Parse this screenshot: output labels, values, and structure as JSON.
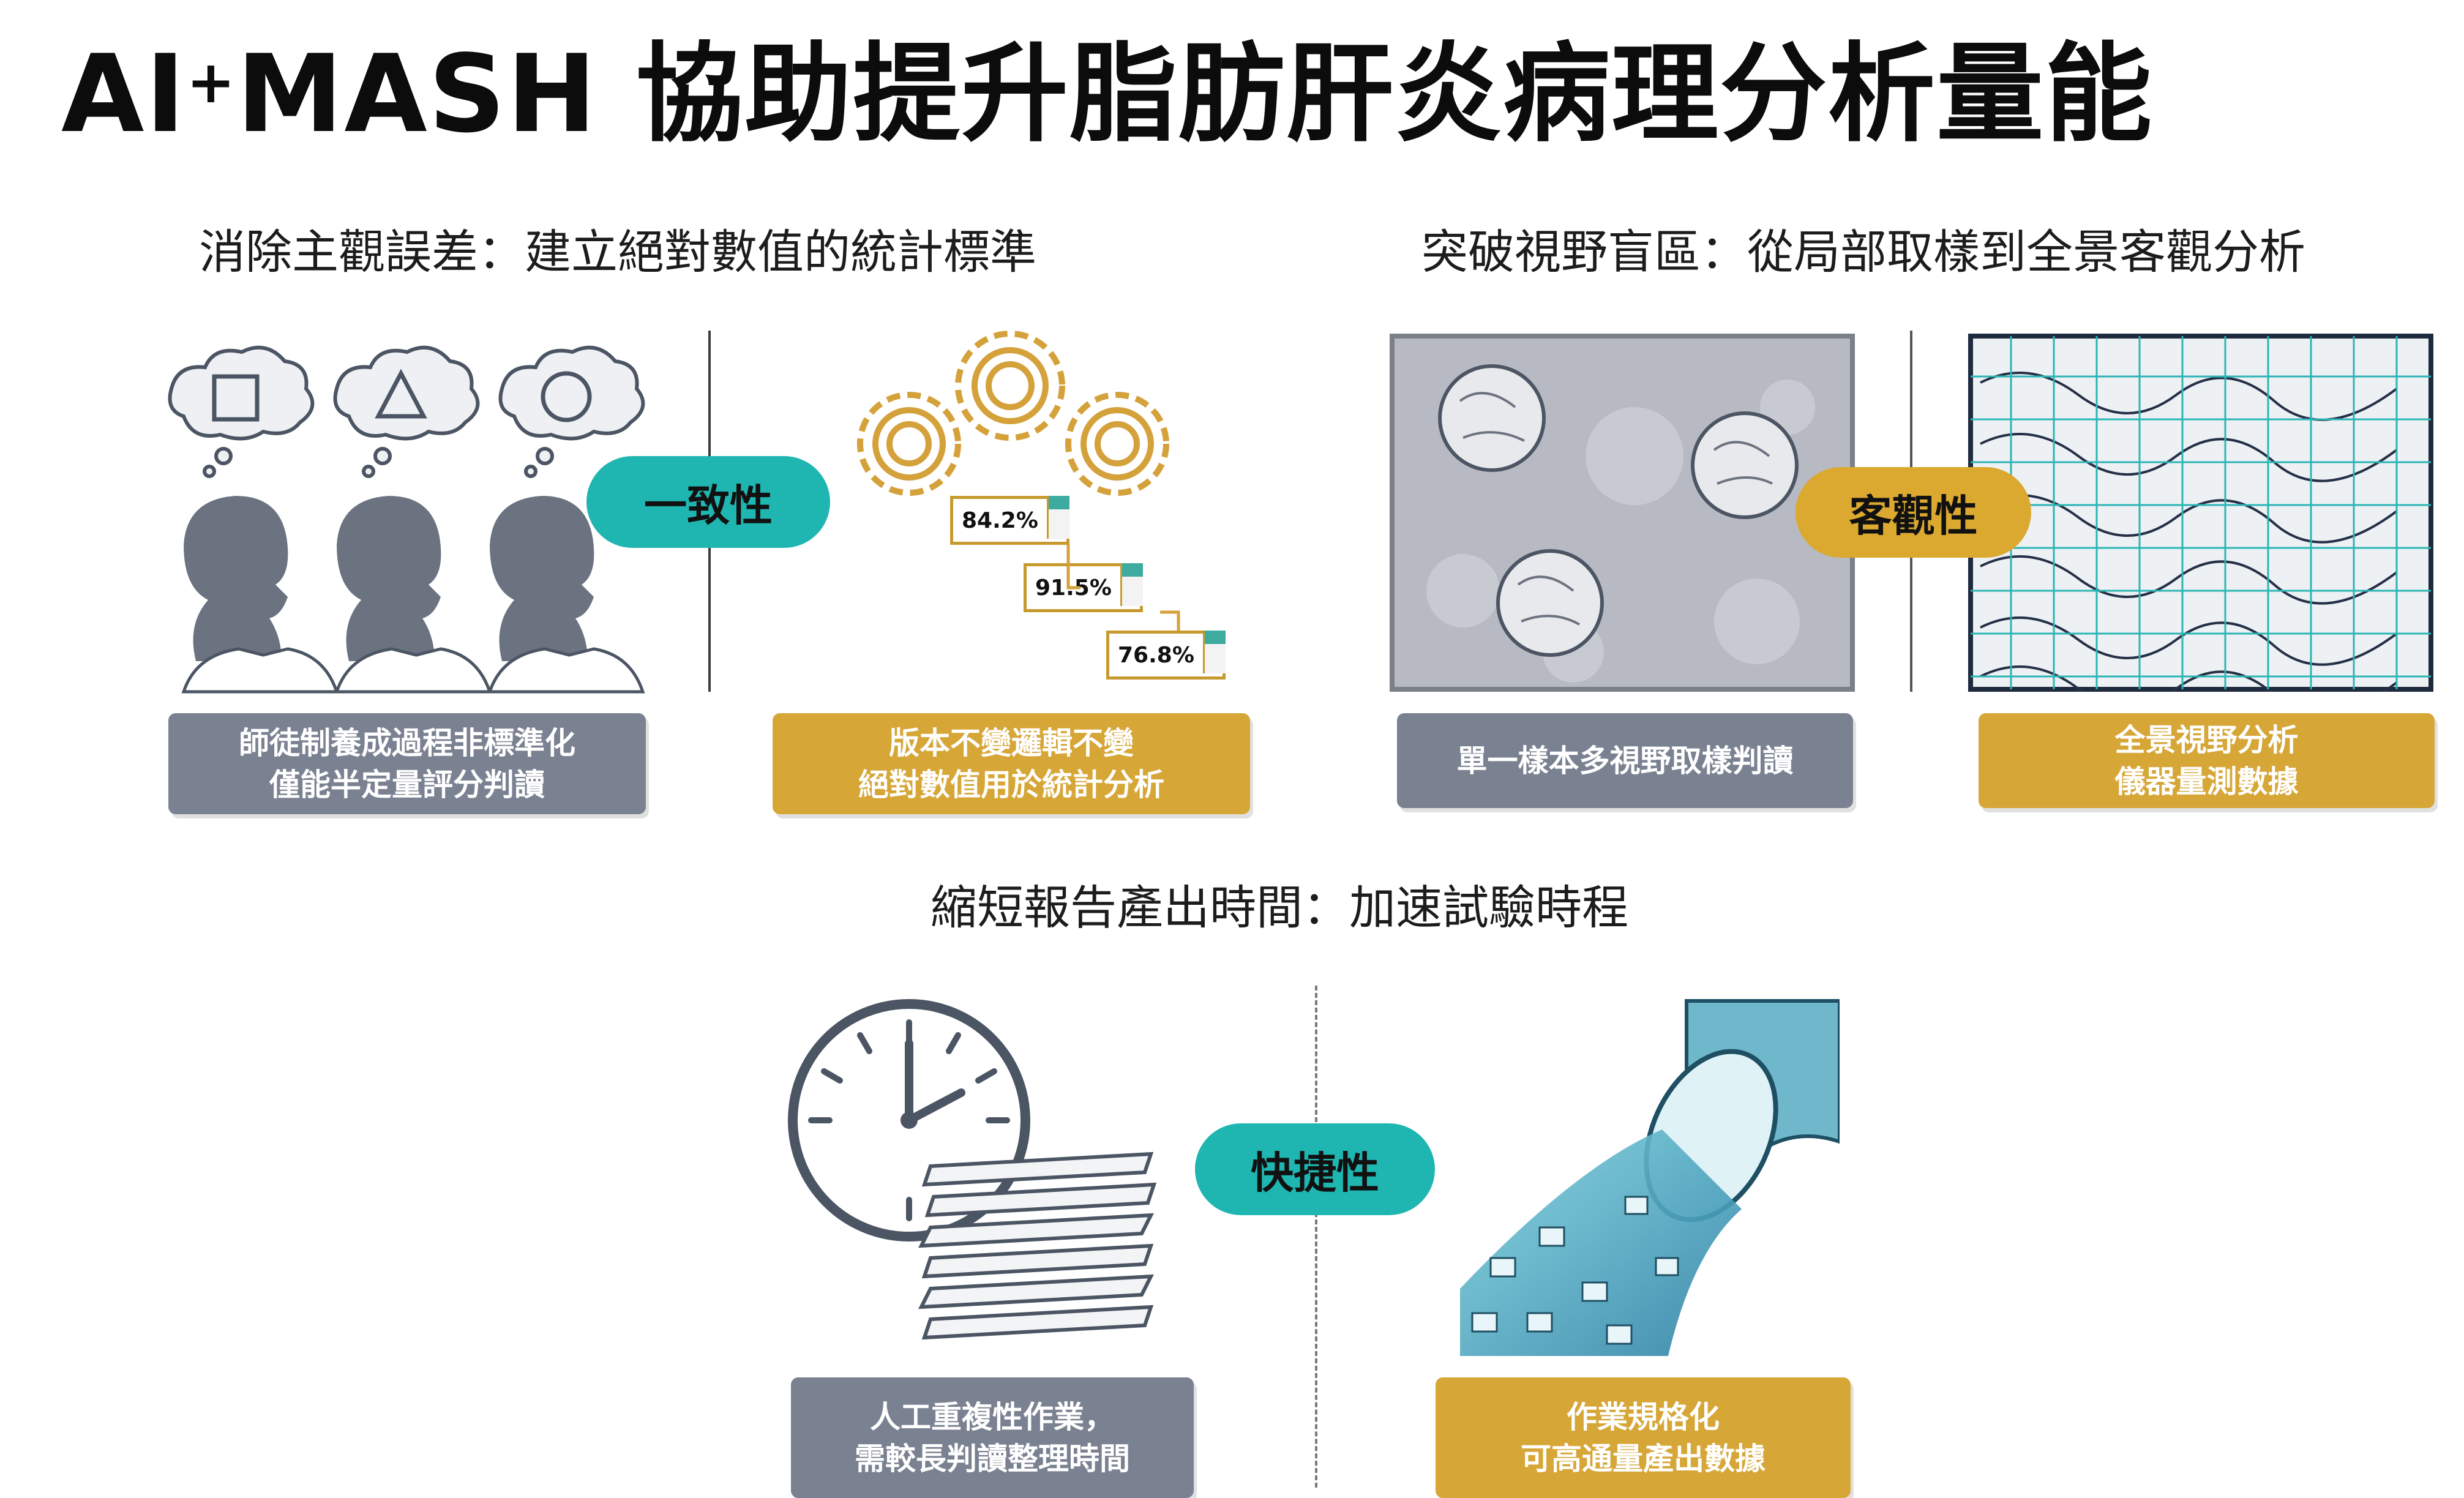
{
  "title": {
    "prefix": "AI",
    "sup": "+",
    "rest": "MASH 協助提升脂肪肝炎病理分析量能"
  },
  "sections": {
    "consistency": {
      "heading": "消除主觀誤差：建立絕對數值的統計標準",
      "pill": "一致性",
      "left_caption": [
        "師徒制養成過程非標準化",
        "僅能半定量評分判讀"
      ],
      "right_caption": [
        "版本不變邏輯不變",
        "絕對數值用於統計分析"
      ],
      "percentages": [
        "84.2%",
        "91.5%",
        "76.8%"
      ]
    },
    "objectivity": {
      "heading": "突破視野盲區：從局部取樣到全景客觀分析",
      "pill": "客觀性",
      "left_caption": [
        "單一樣本多視野取樣判讀"
      ],
      "right_caption": [
        "全景視野分析",
        "儀器量測數據"
      ]
    },
    "speed": {
      "heading": "縮短報告產出時間：加速試驗時程",
      "pill": "快捷性",
      "left_caption": [
        "人工重複性作業，",
        "需較長判讀整理時間"
      ],
      "right_caption": [
        "作業規格化",
        "可高通量產出數據"
      ]
    }
  },
  "colors": {
    "teal": "#1fb6b1",
    "gold": "#dba830",
    "gray": "#7a8191"
  }
}
